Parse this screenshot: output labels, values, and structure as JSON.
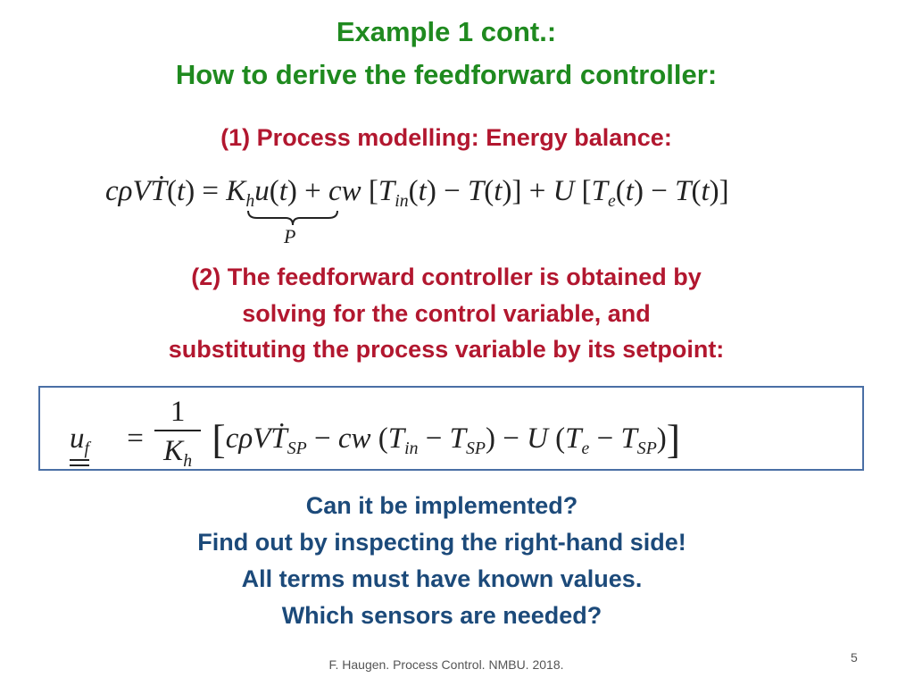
{
  "slide": {
    "title_line1": "Example 1 cont.:",
    "title_line2": "How to derive the feedforward controller:",
    "step1": "(1) Process modelling: Energy balance:",
    "step2_line1": "(2) The feedforward controller is obtained by",
    "step2_line2": "solving for the control variable, and",
    "step2_line3": "substituting the process variable by its setpoint:",
    "question_line1": "Can it be implemented?",
    "question_line2": "Find out by inspecting the right-hand side!",
    "question_line3": "All terms must have known values.",
    "question_line4": "Which sensors are needed?",
    "footer": "F. Haugen. Process Control. NMBU. 2018.",
    "page_number": "5"
  },
  "equations": {
    "energy_balance": "cρVṪ(t) = K_h u(t) + cw [T_in(t) − T(t)] + U [T_e(t) − T(t)]",
    "brace_label": "P",
    "feedforward": "u_f = 1/K_h [cρVṪ_SP − cw (T_in − T_SP) − U (T_e − T_SP)]"
  },
  "colors": {
    "title": "#1f8a1f",
    "step_text": "#b2172f",
    "question_text": "#1c4a7a",
    "box_border": "#4a6fa5"
  }
}
